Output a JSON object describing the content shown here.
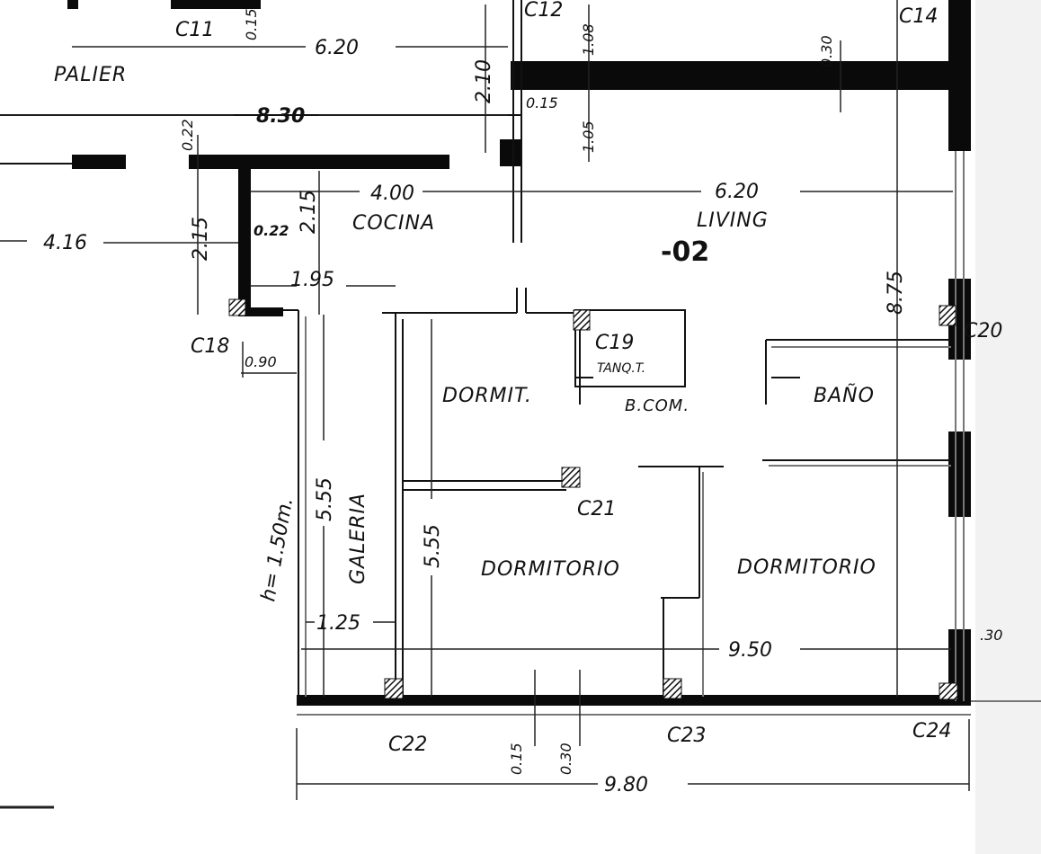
{
  "plan": {
    "unit_label": "-02",
    "rooms": {
      "palier": "PALIER",
      "cocina": "COCINA",
      "living": "LIVING",
      "dormit": "DORMIT.",
      "bcom": "B.COM.",
      "tanque": "TANQ.T.",
      "bano": "BAÑO",
      "galeria": "GALERIA",
      "dormitorio_1": "DORMITORIO",
      "dormitorio_2": "DORMITORIO"
    },
    "columns": {
      "c11": "C11",
      "c12": "C12",
      "c14": "C14",
      "c18": "C18",
      "c19": "C19",
      "c20": "C20",
      "c21": "C21",
      "c22": "C22",
      "c23": "C23",
      "c24": "C24"
    },
    "dimensions": {
      "d_620_top": "6.20",
      "d_15_top": "0.15",
      "d_830": "8.30",
      "d_022_top": "0.22",
      "d_210": "2.10",
      "d_108": "1.08",
      "d_015_mid": "0.15",
      "d_105": "1.05",
      "d_030_top": "0.30",
      "d_400": "4.00",
      "d_620_living": "6.20",
      "d_416": "4.16",
      "d_215_a": "2.15",
      "d_022_mid": "0.22",
      "d_215_b": "2.15",
      "d_195": "1.95",
      "d_875": "8.75",
      "d_090": "0.90",
      "d_h150": "h= 1.50m.",
      "d_555_a": "5.55",
      "d_555_b": "5.55",
      "d_125": "1.25",
      "d_950": "9.50",
      "d_030_right": ".30",
      "d_015_bottom": "0.15",
      "d_030_bottom": "0.30",
      "d_980": "9.80"
    }
  }
}
